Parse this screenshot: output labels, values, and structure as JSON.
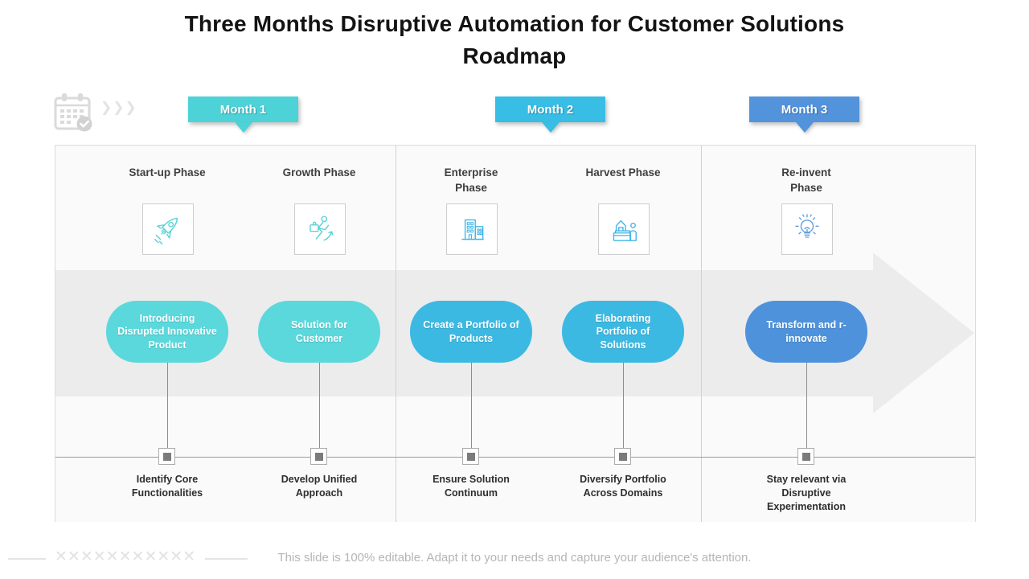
{
  "title": "Three Months Disruptive Automation for Customer Solutions Roadmap",
  "months": [
    {
      "label": "Month 1",
      "color": "#4dd2d8"
    },
    {
      "label": "Month 2",
      "color": "#38bde4"
    },
    {
      "label": "Month 3",
      "color": "#5293db"
    }
  ],
  "phases": [
    {
      "name": "Start-up Phase",
      "icon": "rocket-icon",
      "icon_color": "#53d1d6",
      "bubble": "Introducing Disrupted Innovative Product",
      "bubble_color": "#5bd8dc",
      "milestone": "Identify Core Functionalities"
    },
    {
      "name": "Growth Phase",
      "icon": "running-businessman-icon",
      "icon_color": "#53d1d6",
      "bubble": "Solution for Customer",
      "bubble_color": "#5bd8dc",
      "milestone": "Develop Unified Approach"
    },
    {
      "name": "Enterprise Phase",
      "icon": "office-building-icon",
      "icon_color": "#41b6e8",
      "bubble": "Create a Portfolio of Products",
      "bubble_color": "#3cb9e2",
      "milestone": "Ensure Solution Continuum"
    },
    {
      "name": "Harvest Phase",
      "icon": "market-stall-icon",
      "icon_color": "#41b6e8",
      "bubble": "Elaborating Portfolio of Solutions",
      "bubble_color": "#3cb9e2",
      "milestone": "Diversify Portfolio Across Domains"
    },
    {
      "name": "Re-invent Phase",
      "icon": "lightbulb-icon",
      "icon_color": "#5e9fdd",
      "bubble": "Transform and r-innovate",
      "bubble_color": "#4e92db",
      "milestone": "Stay relevant via Disruptive Experimentation"
    }
  ],
  "decorations": {
    "calendar_icon": "calendar-check-icon",
    "chevrons": "❯❯❯",
    "x_marks": "✕✕✕✕✕✕✕✕✕✕✕",
    "arrow_color": "#ececec",
    "board_background": "#fafafa"
  },
  "footer": {
    "note": "This slide is 100% editable. Adapt it to your needs and capture your audience's attention."
  }
}
